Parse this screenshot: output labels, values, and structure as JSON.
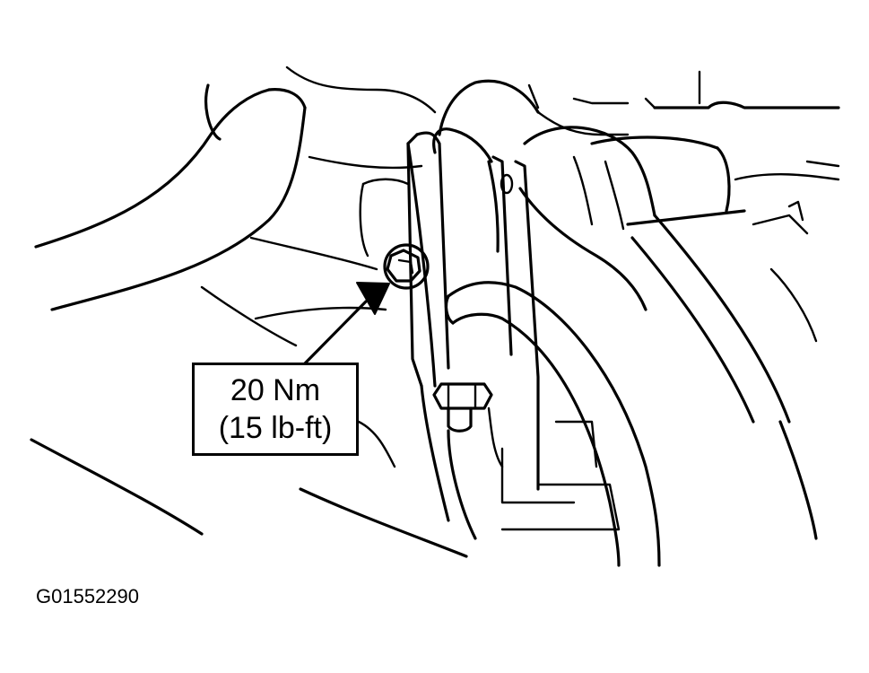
{
  "callout": {
    "torque_nm": "20 Nm",
    "torque_lbft": "(15 lb-ft)"
  },
  "figure_id": "G01552290",
  "colors": {
    "line": "#000000",
    "background": "#ffffff"
  }
}
